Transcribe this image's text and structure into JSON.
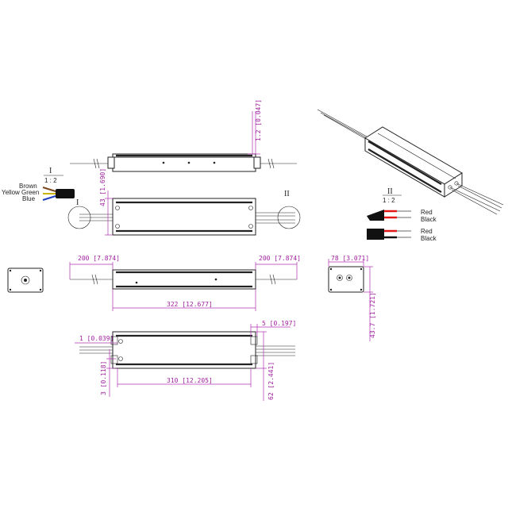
{
  "dimensions": {
    "flange_thickness": "1.2 [0.047]",
    "body_height": "43 [1.690]",
    "lead_left": "200 [7.874]",
    "lead_right": "200 [7.874]",
    "body_length": "322 [12.677]",
    "end_width": "78 [3.071]",
    "end_height": "43.7 [1.721]",
    "hole_offset": "1 [0.039]",
    "slot_width": "5 [0.197]",
    "mount_pitch": "310 [12.205]",
    "hole_edge": "3 [0.118]",
    "mount_width": "62 [2.441]"
  },
  "detail_I": {
    "label": "I",
    "scale": "1 : 2",
    "wires": [
      "Brown",
      "Yellow Green",
      "Blue"
    ]
  },
  "detail_II": {
    "label": "II",
    "scale": "1 : 2",
    "wires": [
      {
        "top": "Red",
        "bottom": "Black"
      },
      {
        "top": "Red",
        "bottom": "Black"
      }
    ]
  },
  "view_markers": {
    "left": "I",
    "right": "II"
  },
  "colors": {
    "dimension": "#a020a0",
    "brown": "#7a4a1e",
    "yellow_green": "#c8b400",
    "blue": "#1f3fc0",
    "red": "#e01818",
    "black": "#111111"
  }
}
